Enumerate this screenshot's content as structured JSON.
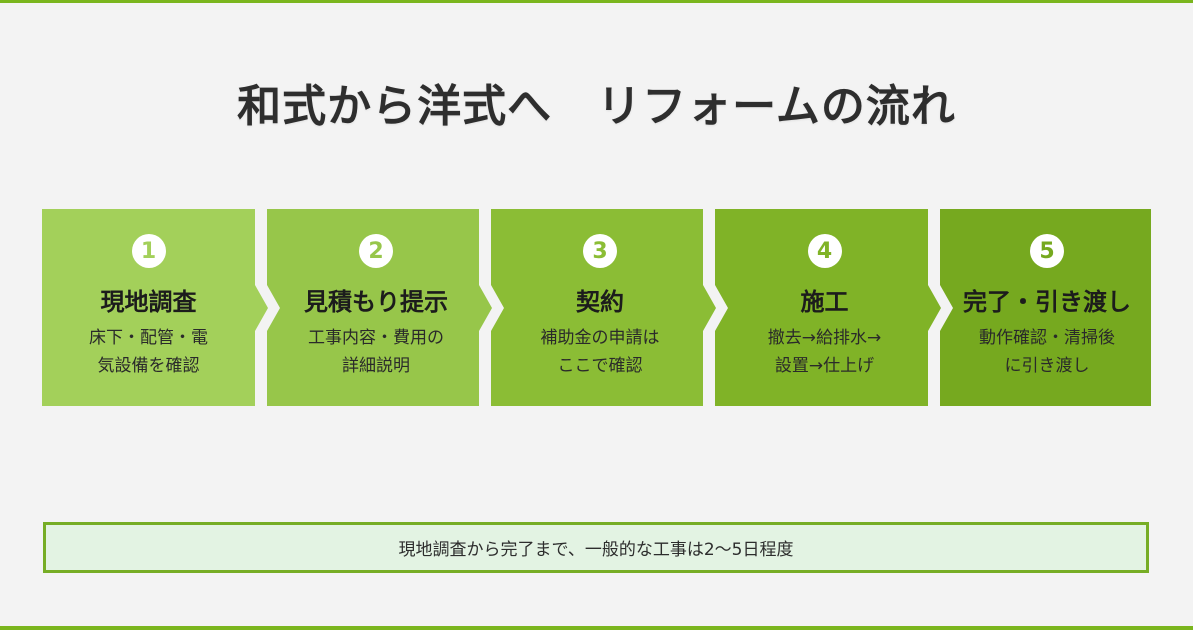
{
  "header": {
    "title": "和式から洋式へ　リフォームの流れ"
  },
  "steps": [
    {
      "number": "1",
      "title": "現地調査",
      "description": "床下・配管・電\n気設備を確認",
      "color": "#a3d05a"
    },
    {
      "number": "2",
      "title": "見積もり提示",
      "description": "工事内容・費用の\n詳細説明",
      "color": "#97c64a"
    },
    {
      "number": "3",
      "title": "契約",
      "description": "補助金の申請は\nここで確認",
      "color": "#8bbd35"
    },
    {
      "number": "4",
      "title": "施工",
      "description": "撤去→給排水→\n設置→仕上げ",
      "color": "#80b327"
    },
    {
      "number": "5",
      "title": "完了・引き渡し",
      "description": "動作確認・清掃後\nに引き渡し",
      "color": "#76a91f"
    }
  ],
  "footer_note": {
    "text": "現地調査から完了まで、一般的な工事は2〜5日程度",
    "border_color": "#76ad25",
    "background": "#e3f3e3"
  },
  "colors": {
    "accent": "#7ab51d",
    "background": "#f3f3f3",
    "text": "#2e2e2e"
  }
}
